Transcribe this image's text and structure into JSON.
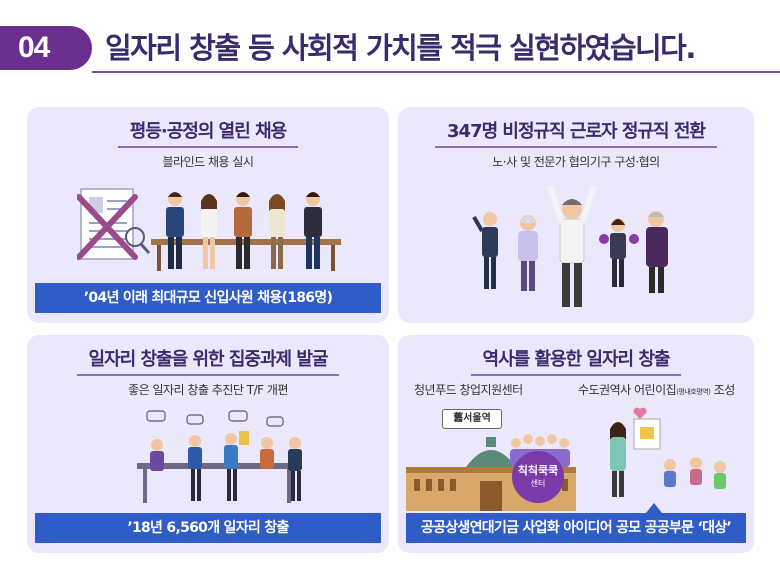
{
  "header": {
    "number": "04",
    "title": "일자리 창출 등 사회적 가치를 적극 실현하였습니다."
  },
  "cards": [
    {
      "title": "평등·공정의 열린 채용",
      "subtitle": "블라인드 채용 실시",
      "banner": "’04년 이래 최대규모 신입사원 채용(186명)"
    },
    {
      "title": "347명 비정규직 근로자 정규직 전환",
      "subtitle": "노·사 및 전문가 협의기구 구성·협의"
    },
    {
      "title": "일자리 창출을 위한 집중과제 발굴",
      "subtitle": "좋은 일자리 창출 추진단 T/F 개편",
      "banner": "’18년 6,560개 일자리 창출"
    },
    {
      "title": "역사를 활용한 일자리 창출",
      "sub_left": "청년푸드 창업지원센터",
      "sub_right_main": "수도권역사 어린이집",
      "sub_right_small": "(평내호평역)",
      "sub_right_end": " 조성",
      "sign": "舊서울역",
      "badge_line1": "칙칙쿡쿡",
      "badge_line2": "센터",
      "banner": "공공상생연대기금 사업화 아이디어 공모 공공부문 ‘대상’"
    }
  ],
  "colors": {
    "purple": "#6a2e8f",
    "navy_text": "#3a2a6e",
    "card_bg": "#ece8fb",
    "banner_blue": "#2f5cc6"
  }
}
